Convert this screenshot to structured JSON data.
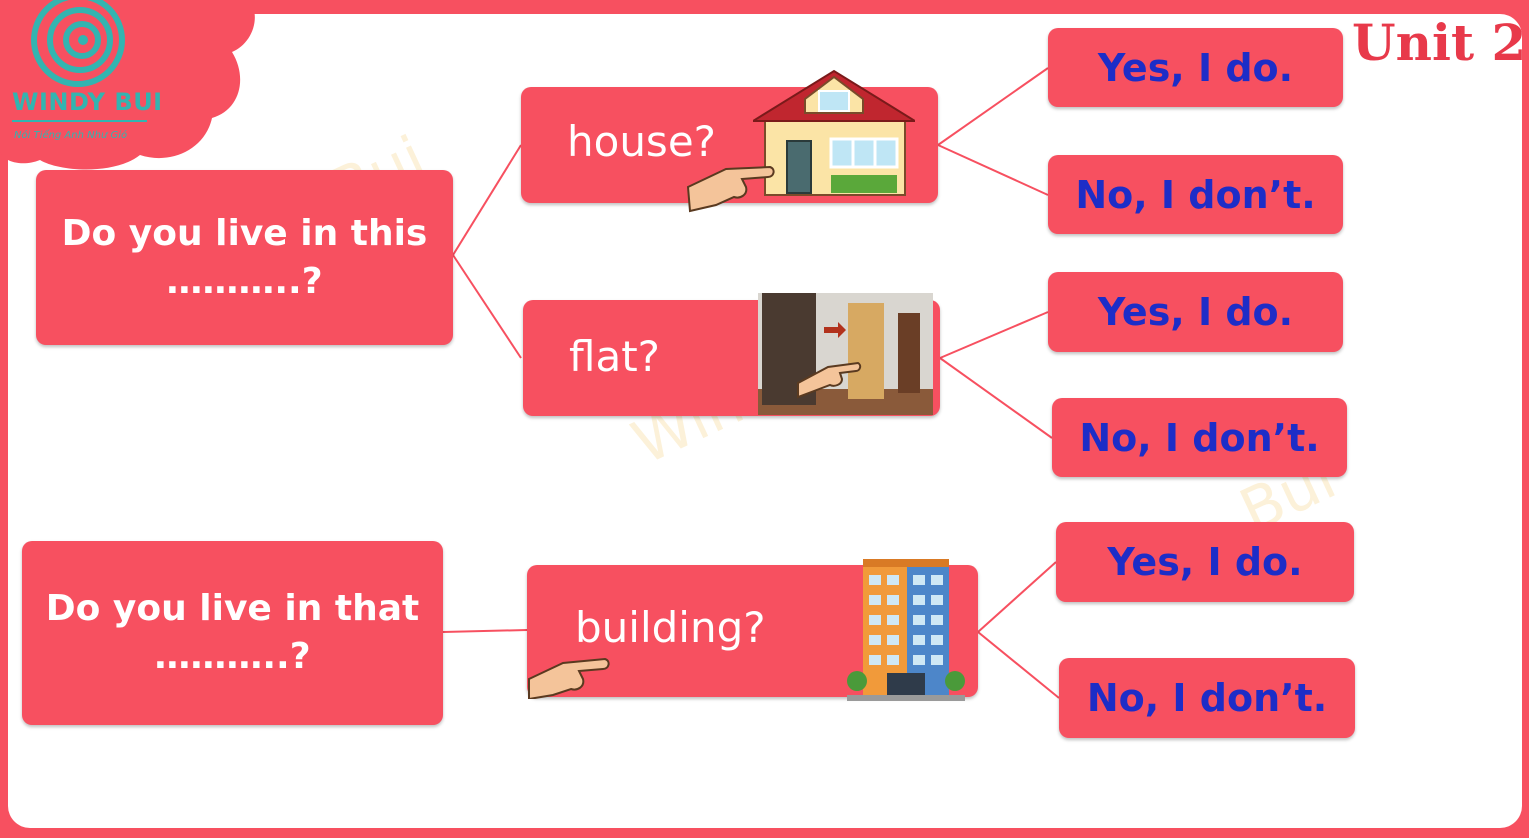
{
  "brand": {
    "logo_text": "WINDY BUI",
    "tagline": "Nói Tiếng Anh Như Gió",
    "unit_label": "Unit 2"
  },
  "questions": [
    {
      "text_line1": "Do you live in this",
      "text_line2": "………..?"
    },
    {
      "text_line1": "Do you live in that",
      "text_line2": "………..?"
    }
  ],
  "options": [
    {
      "label": "house?",
      "icon": "house-icon"
    },
    {
      "label": "flat?",
      "icon": "doors-icon"
    },
    {
      "label": "building?",
      "icon": "building-icon"
    }
  ],
  "answers": [
    {
      "text": "Yes, I do."
    },
    {
      "text": "No, I don’t."
    },
    {
      "text": "Yes, I do."
    },
    {
      "text": "No, I don’t."
    },
    {
      "text": "Yes, I do."
    },
    {
      "text": "No, I don’t."
    }
  ],
  "colors": {
    "box": "#f75060",
    "answer_text": "#1d2dc7",
    "unit_text": "#e8394a",
    "logo": "#33b4b0"
  }
}
